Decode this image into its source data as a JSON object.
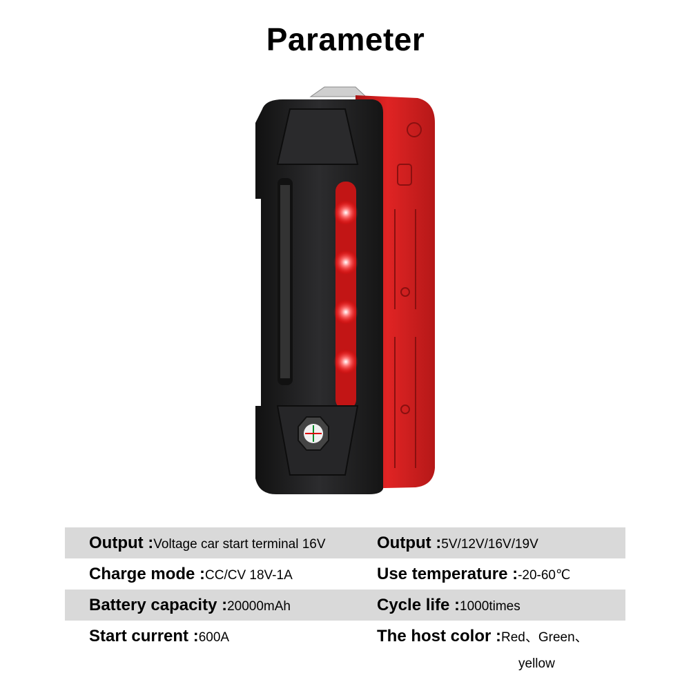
{
  "title": "Parameter",
  "specs": [
    {
      "left": {
        "label": "Output :",
        "value": "Voltage car start terminal 16V"
      },
      "right": {
        "label": "Output :",
        "value": "5V/12V/16V/19V"
      },
      "shaded": true
    },
    {
      "left": {
        "label": "Charge mode :",
        "value": "CC/CV 18V-1A"
      },
      "right": {
        "label": "Use temperature :",
        "value": "-20-60℃"
      },
      "shaded": false
    },
    {
      "left": {
        "label": "Battery capacity :",
        "value": "20000mAh"
      },
      "right": {
        "label": "Cycle life :",
        "value": "1000times"
      },
      "shaded": true
    },
    {
      "left": {
        "label": "Start current :",
        "value": "600A"
      },
      "right": {
        "label": "The host color :",
        "value": "Red、Green、",
        "value_line2": "yellow"
      },
      "shaded": false
    }
  ],
  "colors": {
    "device_black": "#1d1d1f",
    "device_red": "#d61f1f",
    "row_shade": "#d9d9d9"
  }
}
